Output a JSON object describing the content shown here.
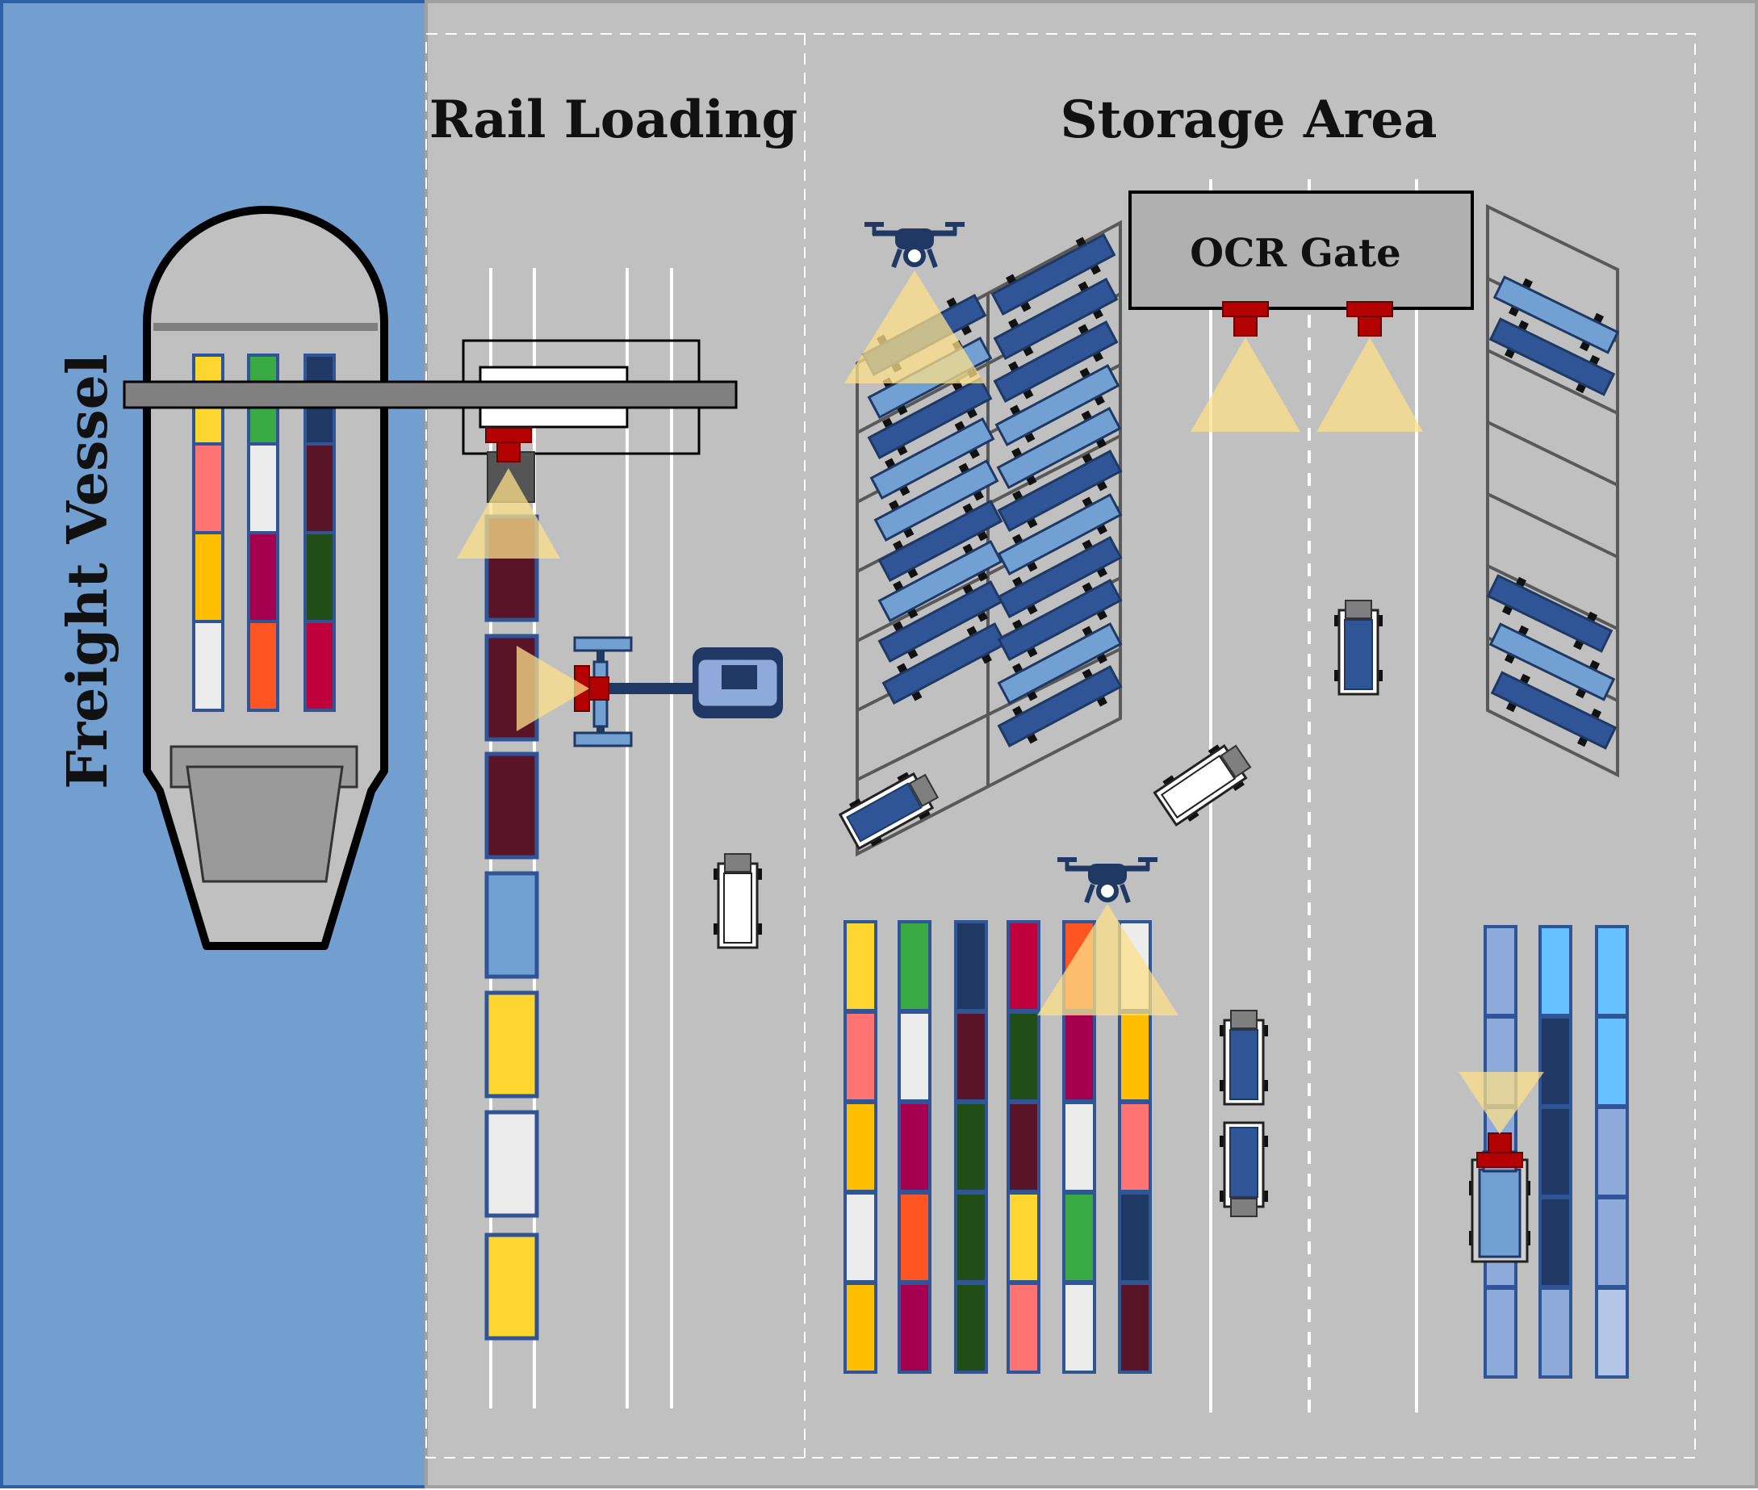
{
  "labels": {
    "freight_vessel": "Freight Vessel",
    "rail_loading": "Rail Loading",
    "storage_area": "Storage Area",
    "ocr_gate": "OCR Gate"
  },
  "colors": {
    "water": "#729fcf",
    "ground": "#c0c0c0",
    "camera": "#b30000",
    "camera_view": "#fce08a",
    "drone": "#1f3864",
    "container_palette": [
      "#ffd630",
      "#3aaa45",
      "#1f3864",
      "#ff7373",
      "#ececec",
      "#ffbf00",
      "#a50050",
      "#214d16",
      "#ff5522",
      "#c0003c",
      "#5a1428",
      "#72a0d2",
      "#8eaadb",
      "#65c1ff",
      "#b4c6e7"
    ]
  },
  "icons": [
    "ship-icon",
    "gantry-crane-icon",
    "reach-stacker-icon",
    "drone-icon",
    "camera-icon",
    "truck-icon",
    "train-wagon-icon",
    "container-icon"
  ]
}
